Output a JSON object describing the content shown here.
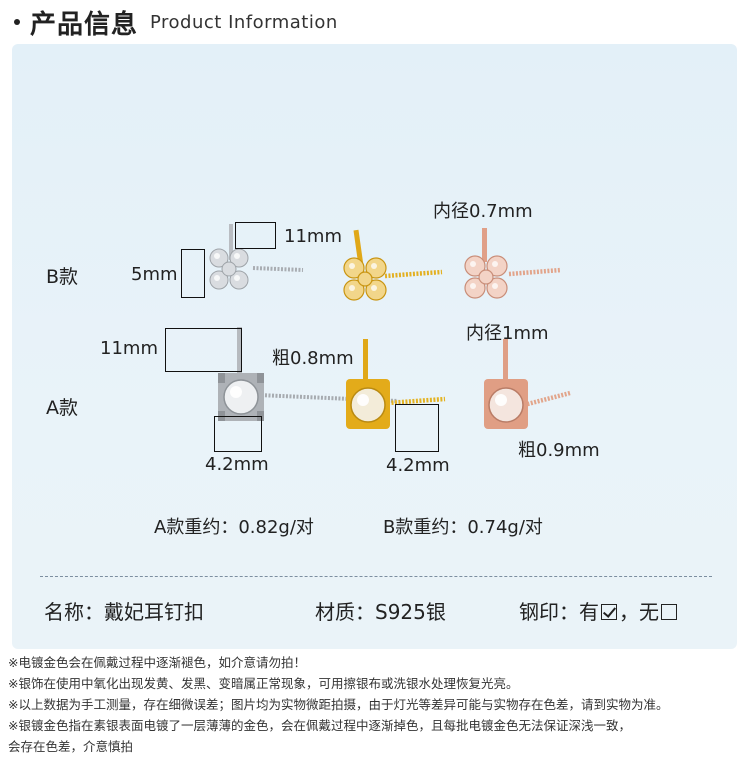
{
  "header": {
    "title_cn": "产品信息",
    "title_en": "Product Information"
  },
  "variants": {
    "b_label": "B款",
    "a_label": "A款"
  },
  "dimensions": {
    "b_height": "11mm",
    "b_width": "5mm",
    "b_inner": "内径0.7mm",
    "a_height": "11mm",
    "a_thickness": "粗0.8mm",
    "a_inner": "内径1mm",
    "a_width_left": "4.2mm",
    "a_width_mid": "4.2mm",
    "a_thickness_right": "粗0.9mm"
  },
  "weights": {
    "a": "A款重约：0.82g/对",
    "b": "B款重约：0.74g/对"
  },
  "info": {
    "name": "名称：戴妃耳钉扣",
    "material": "材质：S925银",
    "stamp_label": "钢印：有",
    "stamp_no": "，无"
  },
  "notes": [
    "※电镀金色会在佩戴过程中逐渐褪色，如介意请勿拍！",
    "※银饰在使用中氧化出现发黄、发黑、变暗属正常现象，可用擦银布或洗银水处理恢复光亮。",
    "※以上数据为手工测量，存在细微误差；图片均为实物微距拍摄，由于灯光等差异可能与实物存在色差，请到实物为准。",
    "※银镀金色指在素银表面电镀了一层薄薄的金色，会在佩戴过程中逐渐掉色，且每批电镀金色无法保证深浅一致，",
    "会存在色差，介意慎拍"
  ],
  "colors": {
    "silver": "#c9ccd0",
    "gold": "#e8b21c",
    "rose": "#e6a890",
    "card_bg": "#e6f1f8"
  }
}
